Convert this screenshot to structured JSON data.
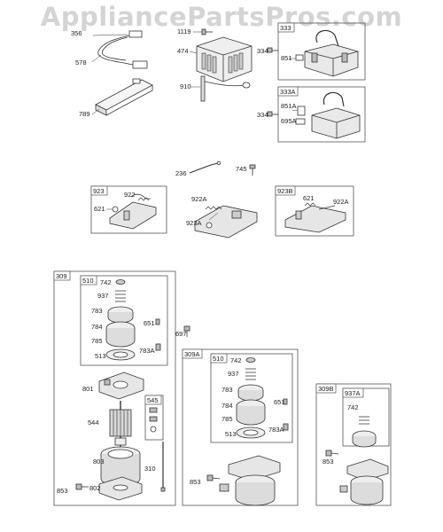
{
  "watermark": "AppliancePartsPros.com",
  "colors": {
    "line": "#333333",
    "frame": "#555555",
    "fill": "#f2f2f2",
    "dark": "#9a9a9a",
    "watermark": "#d4d4d4"
  },
  "frames": [
    {
      "id": "f333",
      "label": "333"
    },
    {
      "id": "f333A",
      "label": "333A"
    },
    {
      "id": "f923",
      "label": "923"
    },
    {
      "id": "f923B",
      "label": "923B"
    },
    {
      "id": "f309",
      "label": "309"
    },
    {
      "id": "f510",
      "label": "510"
    },
    {
      "id": "f545",
      "label": "545"
    },
    {
      "id": "f309A",
      "label": "309A"
    },
    {
      "id": "f510b",
      "label": "510"
    },
    {
      "id": "f309B",
      "label": "309B"
    },
    {
      "id": "f937A",
      "label": "937A"
    }
  ],
  "labels": [
    "356",
    "578",
    "789",
    "1119",
    "474",
    "910",
    "334",
    "851",
    "334",
    "851A",
    "695A",
    "236",
    "745",
    "922",
    "621",
    "922A",
    "923A",
    "621",
    "922A",
    "742",
    "937",
    "783",
    "651",
    "784",
    "785",
    "513",
    "783A",
    "697",
    "801",
    "544",
    "803",
    "310",
    "853",
    "802",
    "742",
    "937",
    "783",
    "651",
    "784",
    "785",
    "513",
    "783A",
    "853",
    "742",
    "853"
  ]
}
